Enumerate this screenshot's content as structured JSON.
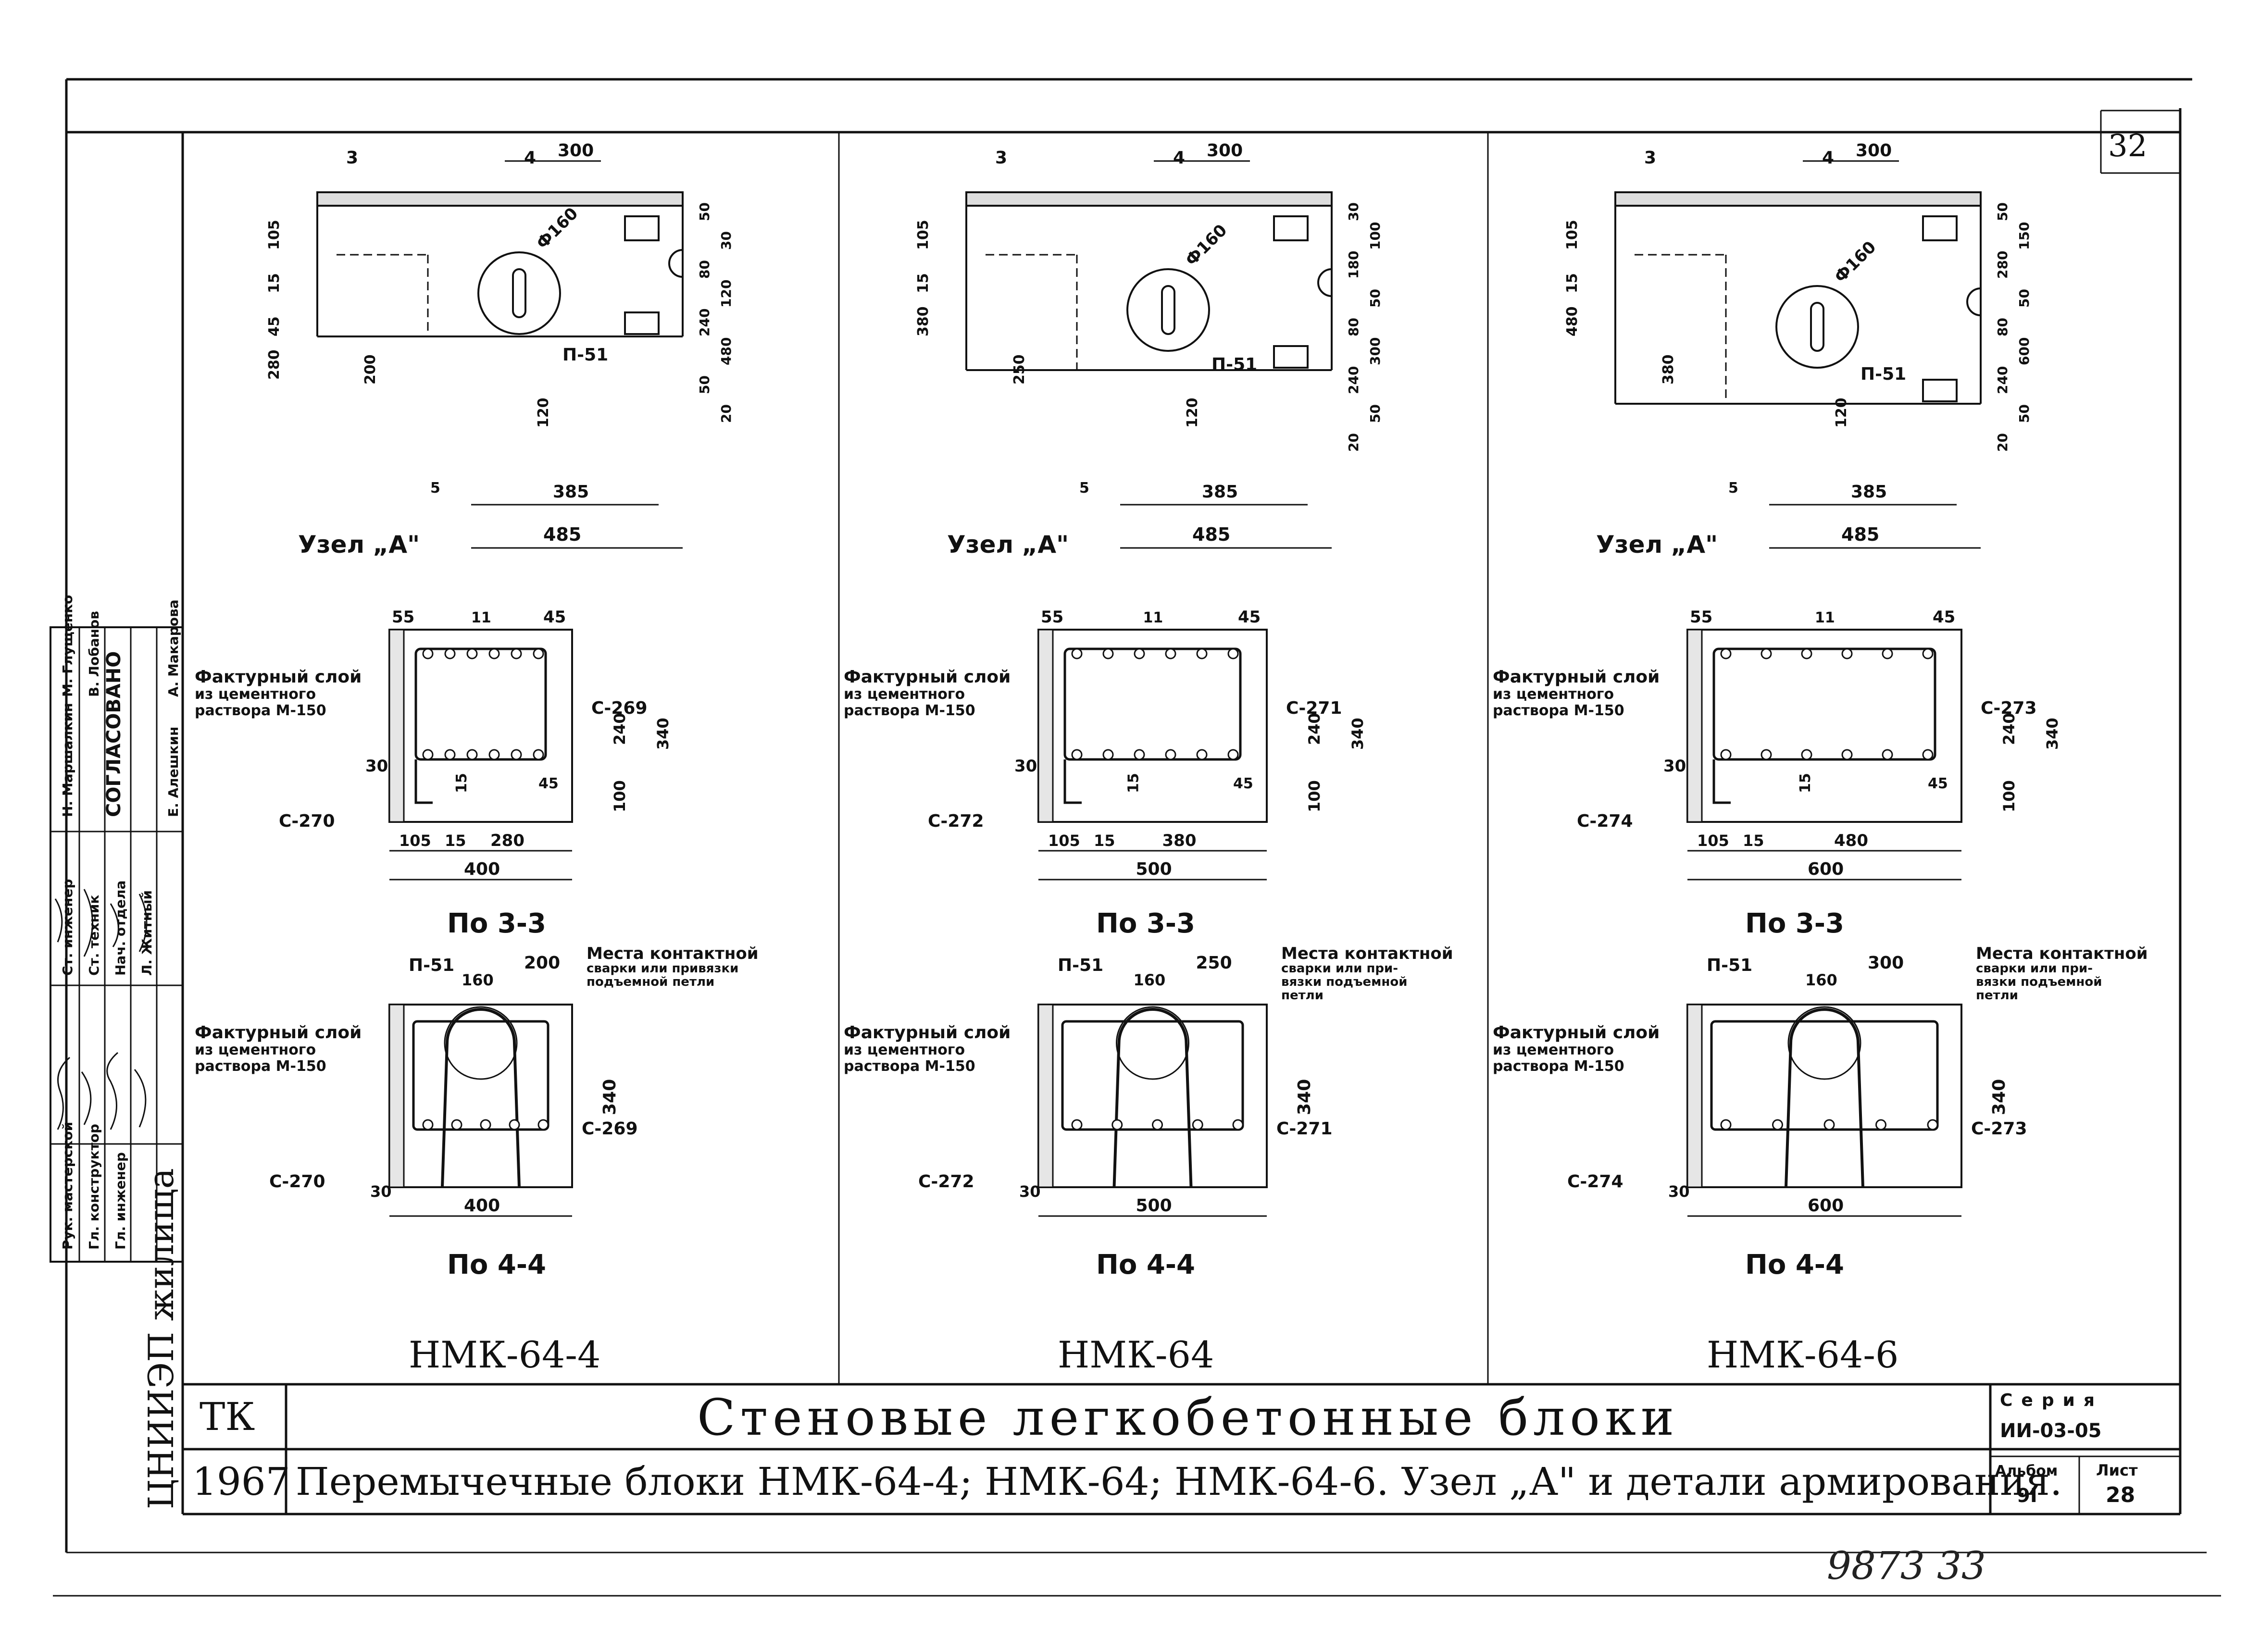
{
  "sheet": {
    "page_number": "32",
    "series_label": "Серия",
    "series_value": "ИИ-03-05",
    "album_label": "Альбом",
    "album_value": "9I",
    "sheet_label": "Лист",
    "sheet_value": "28",
    "org": "ЦНИИЭП жилища",
    "code": "ТК",
    "year": "1967",
    "title": "Стеновые легкобетонные блоки",
    "subtitle": "Перемычечные блоки НМК-64-4; НМК-64; НМК-64-6. Узел „А\" и детали армирования.",
    "bottom_note": "9873 33"
  },
  "signatures": {
    "stamp_text": "СОГЛАСОВАНО",
    "rows": [
      {
        "role": "Рук. мастерской",
        "name": "Л. Житный"
      },
      {
        "role": "Гл. конструктор",
        "name": "Н. Маршалкин"
      },
      {
        "role": "Гл. инженер",
        "name": "Е. Алешкин"
      },
      {
        "role": "Ст. инженер",
        "name": "М. Глущенко"
      },
      {
        "role": "Ст. техник",
        "name": "В. Лобанов"
      },
      {
        "role": "Нач. отдела",
        "name": "А. Макарова"
      }
    ]
  },
  "panels": [
    {
      "product": "НМК-64-4",
      "node_label": "Узел „А\"",
      "sec3_title": "По 3-3",
      "sec4_title": "По 4-4",
      "node": {
        "cut3": "3",
        "cut4": "4",
        "dim_top": "300",
        "dim_385": "385",
        "dim_485": "485",
        "dia": "Ф160",
        "loop": "П-51",
        "left_dims": [
          "105",
          "15",
          "45",
          "280"
        ],
        "right_dims": [
          "50",
          "30",
          "80",
          "120",
          "240",
          "480",
          "50",
          "20"
        ],
        "inner": [
          "200",
          "120"
        ],
        "five": "5"
      },
      "sec3": {
        "top_left": "55",
        "top_mid": "11",
        "top_right": "45",
        "height_total": "340",
        "height_top": "240",
        "height_bot": "100",
        "b30": "30",
        "b15": "15",
        "b45": "45",
        "w1": "105",
        "w2": "15",
        "w3": "280",
        "width": "400",
        "facture": [
          "Фактурный слой",
          "из цементного",
          "раствора М-150"
        ],
        "bar_a": "С-269",
        "bar_b": "С-270"
      },
      "sec4": {
        "loop": "П-51",
        "d160": "160",
        "top_dim": "200",
        "height": "340",
        "b30": "30",
        "width": "400",
        "weld": [
          "Места контактной",
          "сварки или привязки",
          "подъемной петли"
        ],
        "facture": [
          "Фактурный слой",
          "из цементного",
          "раствора М-150"
        ],
        "bar_a": "С-269",
        "bar_b": "С-270"
      }
    },
    {
      "product": "НМК-64",
      "node_label": "Узел „А\"",
      "sec3_title": "По 3-3",
      "sec4_title": "По 4-4",
      "node": {
        "cut3": "3",
        "cut4": "4",
        "dim_top": "300",
        "dim_385": "385",
        "dim_485": "485",
        "dia": "Ф160",
        "loop": "П-51",
        "left_dims": [
          "105",
          "15",
          "380"
        ],
        "right_dims": [
          "30",
          "100",
          "180",
          "50",
          "80",
          "300",
          "240",
          "50",
          "20"
        ],
        "inner": [
          "250",
          "120"
        ],
        "five": "5"
      },
      "sec3": {
        "top_left": "55",
        "top_mid": "11",
        "top_right": "45",
        "height_total": "340",
        "height_top": "240",
        "height_bot": "100",
        "b30": "30",
        "b15": "15",
        "b45": "45",
        "w1": "105",
        "w2": "15",
        "w3": "380",
        "width": "500",
        "facture": [
          "Фактурный слой",
          "из цементного",
          "раствора М-150"
        ],
        "bar_a": "С-271",
        "bar_b": "С-272"
      },
      "sec4": {
        "loop": "П-51",
        "d160": "160",
        "top_dim": "250",
        "height": "340",
        "b30": "30",
        "width": "500",
        "weld": [
          "Места контактной",
          "сварки или при-",
          "вязки подъемной",
          "петли"
        ],
        "facture": [
          "Фактурный слой",
          "из цементного",
          "раствора М-150"
        ],
        "bar_a": "С-271",
        "bar_b": "С-272"
      }
    },
    {
      "product": "НМК-64-6",
      "node_label": "Узел „А\"",
      "sec3_title": "По 3-3",
      "sec4_title": "По 4-4",
      "node": {
        "cut3": "3",
        "cut4": "4",
        "dim_top": "300",
        "dim_385": "385",
        "dim_485": "485",
        "dia": "Ф160",
        "loop": "П-51",
        "left_dims": [
          "105",
          "15",
          "480"
        ],
        "right_dims": [
          "50",
          "150",
          "280",
          "50",
          "80",
          "600",
          "240",
          "50",
          "20"
        ],
        "inner": [
          "380",
          "120"
        ],
        "five": "5"
      },
      "sec3": {
        "top_left": "55",
        "top_mid": "11",
        "top_right": "45",
        "height_total": "340",
        "height_top": "240",
        "height_bot": "100",
        "b30": "30",
        "b15": "15",
        "b45": "45",
        "w1": "105",
        "w2": "15",
        "w3": "480",
        "width": "600",
        "facture": [
          "Фактурный слой",
          "из цементного",
          "раствора М-150"
        ],
        "bar_a": "С-273",
        "bar_b": "С-274"
      },
      "sec4": {
        "loop": "П-51",
        "d160": "160",
        "top_dim": "300",
        "height": "340",
        "b30": "30",
        "width": "600",
        "weld": [
          "Места контактной",
          "сварки или при-",
          "вязки подъемной",
          "петли"
        ],
        "facture": [
          "Фактурный слой",
          "из цементного",
          "раствора М-150"
        ],
        "bar_a": "С-273",
        "bar_b": "С-274"
      }
    }
  ]
}
